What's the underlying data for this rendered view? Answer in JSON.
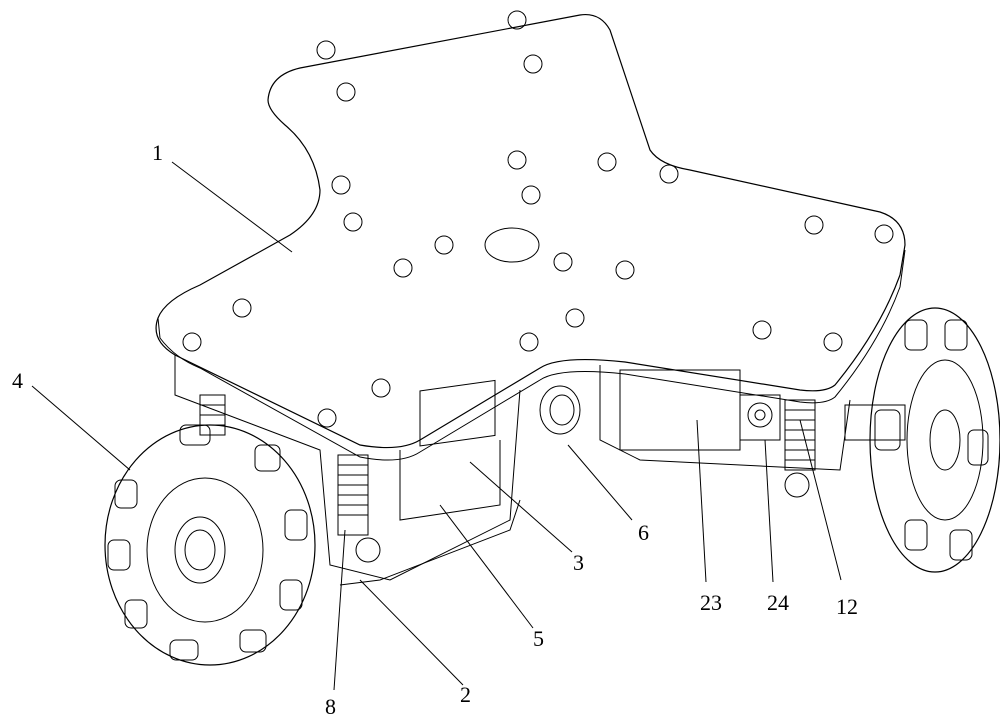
{
  "figure": {
    "labels": {
      "plate": "1",
      "wheel": "4",
      "part6": "6",
      "part3": "3",
      "part5": "5",
      "part23": "23",
      "part24": "24",
      "part12": "12",
      "part2": "2",
      "part8": "8"
    },
    "colors": {
      "line": "#000000",
      "background": "#ffffff"
    }
  }
}
